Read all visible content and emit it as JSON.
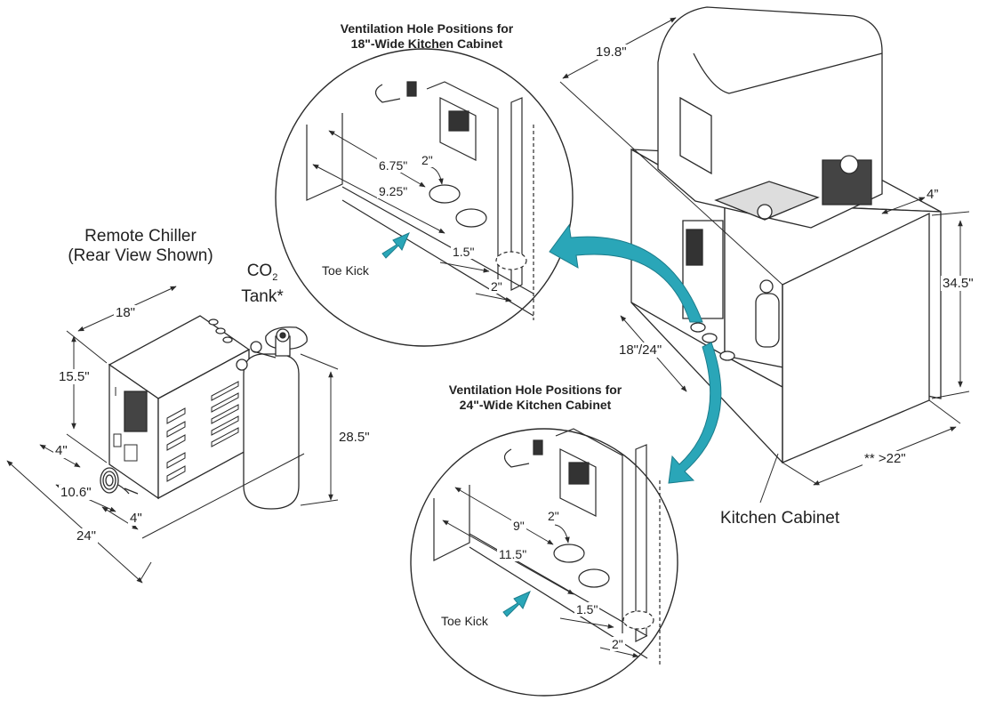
{
  "remote_chiller": {
    "title_line1": "Remote Chiller",
    "title_line2": "(Rear View Shown)",
    "dims": {
      "width": "18\"",
      "height": "15.5\"",
      "offset_top": "4\"",
      "depth_inner": "10.6\"",
      "offset_bottom": "4\"",
      "total_depth": "24\""
    }
  },
  "co2_tank": {
    "line1_prefix": "CO",
    "line1_sub": "2",
    "line2": "Tank*",
    "height": "28.5\""
  },
  "cabinet_18": {
    "heading_line1": "Ventilation Hole Positions for",
    "heading_line2": "18\"-Wide Kitchen Cabinet",
    "dims": {
      "d1": "6.75\"",
      "d2": "9.25\"",
      "hole": "2\"",
      "gap": "1.5\"",
      "edge": "2\""
    },
    "toe_kick": "Toe Kick"
  },
  "cabinet_24": {
    "heading_line1": "Ventilation Hole Positions for",
    "heading_line2": "24\"-Wide Kitchen Cabinet",
    "dims": {
      "d1": "9\"",
      "d2": "11.5\"",
      "hole": "2\"",
      "gap": "1.5\"",
      "edge": "2\""
    },
    "toe_kick": "Toe Kick"
  },
  "kitchen": {
    "label": "Kitchen Cabinet",
    "dims": {
      "machine_depth": "19.8\"",
      "side_gap": "4”",
      "height": "34.5\"",
      "cabinet_width": "18\"/24\"",
      "depth": "** >22\""
    }
  },
  "colors": {
    "line": "#2b2b2b",
    "arrow_teal": "#2aa6b8",
    "arrow_dark": "#1c7d8c",
    "paper": "#ffffff"
  }
}
